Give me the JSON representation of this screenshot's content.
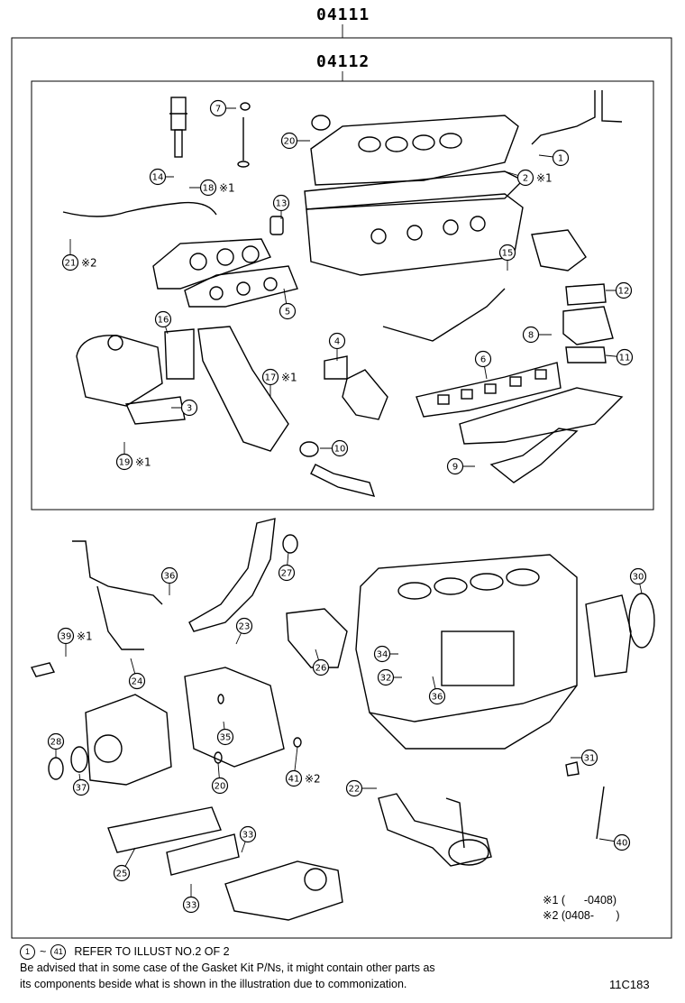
{
  "headers": {
    "outer_code": "04111",
    "inner_code": "04112"
  },
  "callouts": [
    {
      "id": "c1",
      "num": "1",
      "note": ""
    },
    {
      "id": "c2",
      "num": "2",
      "note": "※1"
    },
    {
      "id": "c3",
      "num": "3",
      "note": ""
    },
    {
      "id": "c4",
      "num": "4",
      "note": ""
    },
    {
      "id": "c5",
      "num": "5",
      "note": ""
    },
    {
      "id": "c6",
      "num": "6",
      "note": ""
    },
    {
      "id": "c7",
      "num": "7",
      "note": ""
    },
    {
      "id": "c8",
      "num": "8",
      "note": ""
    },
    {
      "id": "c9",
      "num": "9",
      "note": ""
    },
    {
      "id": "c10",
      "num": "10",
      "note": ""
    },
    {
      "id": "c11",
      "num": "11",
      "note": ""
    },
    {
      "id": "c12",
      "num": "12",
      "note": ""
    },
    {
      "id": "c13",
      "num": "13",
      "note": ""
    },
    {
      "id": "c14",
      "num": "14",
      "note": ""
    },
    {
      "id": "c15",
      "num": "15",
      "note": ""
    },
    {
      "id": "c16",
      "num": "16",
      "note": ""
    },
    {
      "id": "c17",
      "num": "17",
      "note": "※1"
    },
    {
      "id": "c18",
      "num": "18",
      "note": "※1"
    },
    {
      "id": "c19",
      "num": "19",
      "note": "※1"
    },
    {
      "id": "c20a",
      "num": "20",
      "note": ""
    },
    {
      "id": "c21",
      "num": "21",
      "note": "※2"
    },
    {
      "id": "c22",
      "num": "22",
      "note": ""
    },
    {
      "id": "c23",
      "num": "23",
      "note": ""
    },
    {
      "id": "c24",
      "num": "24",
      "note": ""
    },
    {
      "id": "c25",
      "num": "25",
      "note": ""
    },
    {
      "id": "c26",
      "num": "26",
      "note": ""
    },
    {
      "id": "c27",
      "num": "27",
      "note": ""
    },
    {
      "id": "c28",
      "num": "28",
      "note": ""
    },
    {
      "id": "c20b",
      "num": "20",
      "note": ""
    },
    {
      "id": "c30",
      "num": "30",
      "note": ""
    },
    {
      "id": "c31",
      "num": "31",
      "note": ""
    },
    {
      "id": "c32",
      "num": "32",
      "note": ""
    },
    {
      "id": "c33a",
      "num": "33",
      "note": ""
    },
    {
      "id": "c33b",
      "num": "33",
      "note": ""
    },
    {
      "id": "c34",
      "num": "34",
      "note": ""
    },
    {
      "id": "c35",
      "num": "35",
      "note": ""
    },
    {
      "id": "c36a",
      "num": "36",
      "note": ""
    },
    {
      "id": "c36b",
      "num": "36",
      "note": ""
    },
    {
      "id": "c37",
      "num": "37",
      "note": ""
    },
    {
      "id": "c39",
      "num": "39",
      "note": "※1"
    },
    {
      "id": "c40",
      "num": "40",
      "note": ""
    },
    {
      "id": "c41",
      "num": "41",
      "note": "※2"
    }
  ],
  "legend": {
    "note1": "※1 (      -0408)",
    "note2": "※2 (0408-       )"
  },
  "footer": {
    "range_start": "1",
    "range_tilde": "~",
    "range_end": "41",
    "refer_text": "REFER TO ILLUST NO.2 OF 2",
    "advice_line1": "Be advised that in some case of the Gasket Kit P/Ns,  it might contain other parts as",
    "advice_line2": "its components beside what is shown in the illustration due to commonization.",
    "figure_code": "11C183"
  }
}
